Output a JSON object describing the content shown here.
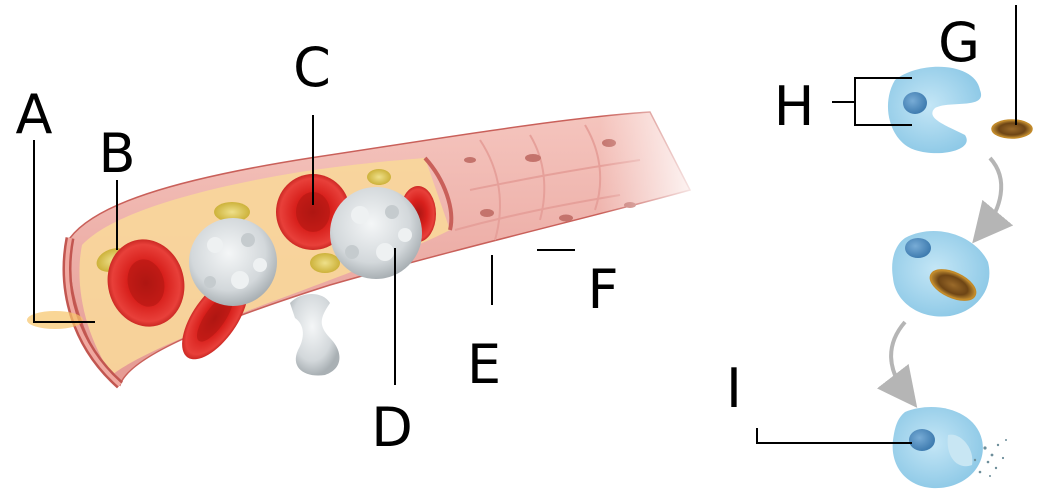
{
  "labels": {
    "a": "A",
    "b": "B",
    "c": "C",
    "d": "D",
    "e": "E",
    "f": "F",
    "g": "G",
    "h": "H",
    "i": "I"
  },
  "colors": {
    "vessel_wall": "#f1b3ad",
    "vessel_wall_dark": "#c9605a",
    "plasma": "#f8d79a",
    "red_cell": "#d8201c",
    "red_cell_dark": "#9c0f0e",
    "platelet": "#d9c44a",
    "white_cell": "#dfe3e5",
    "phagocyte": "#a6d6ee",
    "nucleus": "#4f8fc2",
    "arrow": "#b5b5b5"
  },
  "icons": [
    "blood-vessel",
    "red-blood-cell",
    "white-blood-cell",
    "platelet",
    "phagocyte",
    "bacterium",
    "process-arrow"
  ]
}
